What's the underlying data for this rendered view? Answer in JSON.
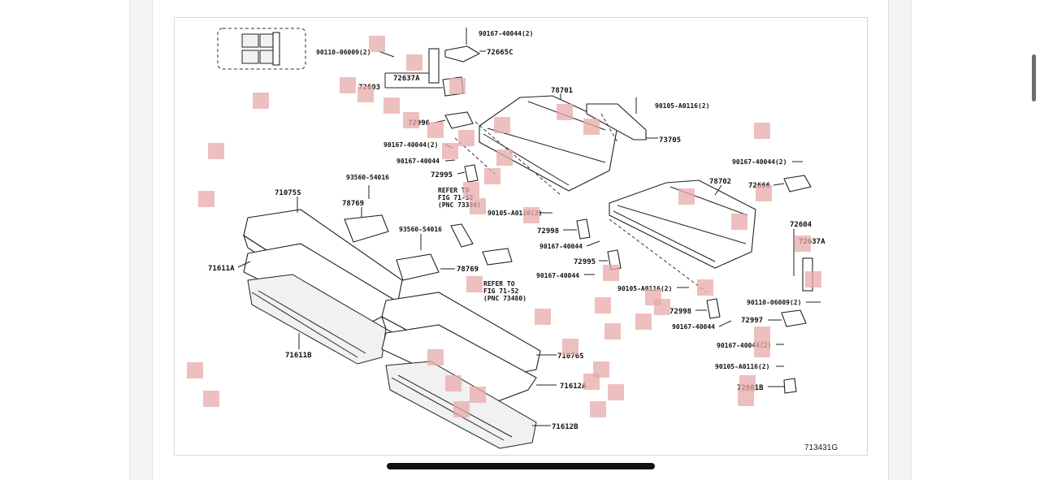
{
  "diagram": {
    "ref_code": "713431G",
    "labels": {
      "l01": "90167-40044(2)",
      "l02": "90110-06009(2)",
      "l03": "72665C",
      "l04": "72637A",
      "l05": "72603",
      "l06": "78701",
      "l07": "90105-A0116(2)",
      "l08": "72996",
      "l09": "73705",
      "l10": "90167-40044(2)",
      "l11": "90167-40044",
      "l12": "72995",
      "l13": "90167-40044(2)",
      "l14": "93560-54016",
      "l15": "REFER TO",
      "l16": "FIG 71-52",
      "l17": "(PNC 73380)",
      "l18": "78702",
      "l19": "72666",
      "l20": "71075S",
      "l21": "78769",
      "l22": "90105-A0116(2)",
      "l23": "72604",
      "l24": "93560-54016",
      "l25": "72998",
      "l26": "72637A",
      "l27": "90167-40044",
      "l28": "71611A",
      "l29": "78769",
      "l30": "72995",
      "l31": "REFER TO",
      "l32": "FIG 71-52",
      "l33": "(PNC 73480)",
      "l34": "90167-40044",
      "l35": "90105-A0116(2)",
      "l36": "90110-06009(2)",
      "l37": "72998",
      "l38": "72997",
      "l39": "90167-40044",
      "l40": "90167-40044(2)",
      "l41": "71611B",
      "l42": "71076S",
      "l43": "90105-A0116(2)",
      "l44": "71612A",
      "l45": "72601B",
      "l46": "71612B"
    }
  },
  "colors": {
    "redaction": "#e8a9a9",
    "line": "#222222",
    "page_background": "#ffffff",
    "gutter": "#f4f4f4"
  }
}
